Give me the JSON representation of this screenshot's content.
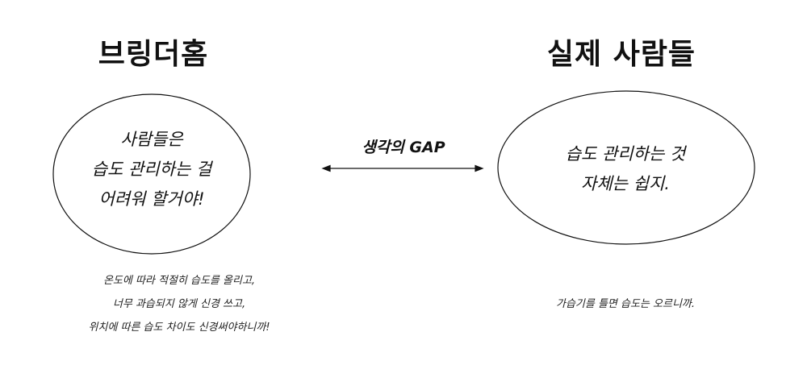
{
  "left": {
    "title": "브링더홈",
    "bubble": [
      "사람들은",
      "습도 관리하는 걸",
      "어려워 할거야!"
    ],
    "note": [
      "온도에 따라 적절히 습도를 올리고,",
      "너무 과습되지 않게 신경 쓰고,",
      "위치에 따른 습도 차이도 신경써야하니까!"
    ]
  },
  "right": {
    "title": "실제 사람들",
    "bubble": [
      "습도 관리하는 것",
      "자체는 쉽지."
    ],
    "note": [
      "가습기를 틀면 습도는 오르니까."
    ]
  },
  "gap_label": "생각의 GAP"
}
